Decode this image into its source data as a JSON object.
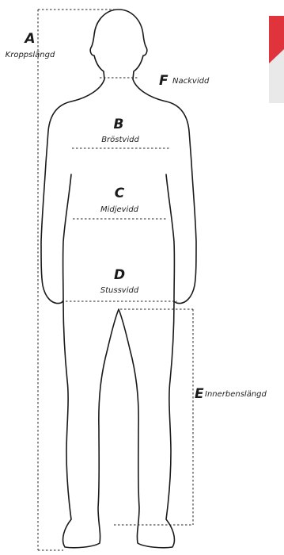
{
  "measurements": [
    {
      "key": "A",
      "label": "Kroppslängd"
    },
    {
      "key": "B",
      "label": "Bröstvidd"
    },
    {
      "key": "C",
      "label": "Midjevidd"
    },
    {
      "key": "D",
      "label": "Stussvidd"
    },
    {
      "key": "E",
      "label": "Innerbenslängd"
    },
    {
      "key": "F",
      "label": "Nackvidd"
    }
  ],
  "colors": {
    "outline": "#1a1a1a",
    "corner_red": "#e0343c",
    "corner_grey": "#e9e9e9"
  }
}
